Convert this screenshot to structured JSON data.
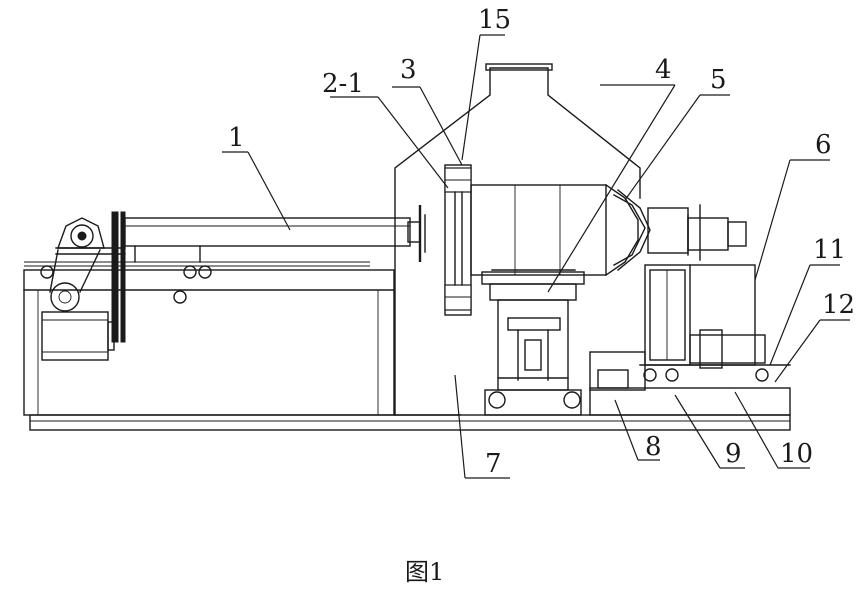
{
  "labels": {
    "l1": "1",
    "l2_1": "2-1",
    "l3": "3",
    "l15": "15",
    "l4": "4",
    "l5": "5",
    "l6": "6",
    "l7": "7",
    "l8": "8",
    "l9": "9",
    "l10": "10",
    "l11": "11",
    "l12": "12"
  },
  "caption": "图1"
}
